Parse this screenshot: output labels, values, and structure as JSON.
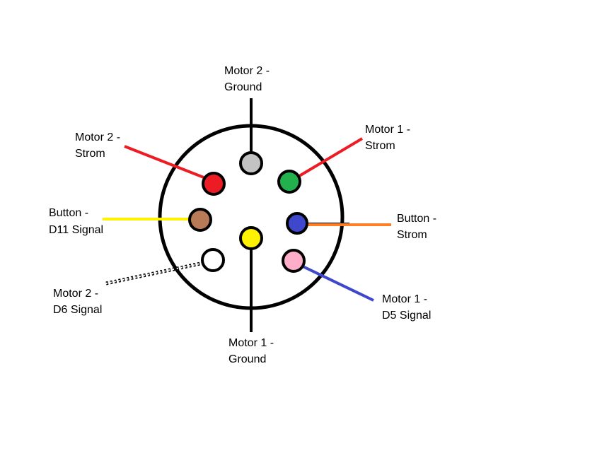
{
  "labels": {
    "motor2_ground": {
      "line1": "Motor 2 -",
      "line2": "Ground"
    },
    "motor2_strom": {
      "line1": "Motor 2 -",
      "line2": "Strom"
    },
    "motor1_strom": {
      "line1": "Motor 1 -",
      "line2": "Strom"
    },
    "button_d11": {
      "line1": "Button -",
      "line2": "D11 Signal"
    },
    "button_strom": {
      "line1": "Button -",
      "line2": "Strom"
    },
    "motor2_d6": {
      "line1": "Motor 2 -",
      "line2": "D6 Signal"
    },
    "motor1_d5": {
      "line1": "Motor 1 -",
      "line2": "D5 Signal"
    },
    "motor1_ground": {
      "line1": "Motor 1 -",
      "line2": "Ground"
    }
  },
  "pins": [
    {
      "name": "motor2-ground",
      "color": "#c3c3c3",
      "wire": "#000000"
    },
    {
      "name": "motor2-strom",
      "color": "#ed1c24",
      "wire": "#ed1c24"
    },
    {
      "name": "motor1-strom",
      "color": "#22b14c",
      "wire": "#ed1c24"
    },
    {
      "name": "button-d11",
      "color": "#b97a57",
      "wire": "#fff200"
    },
    {
      "name": "button-strom",
      "color": "#3f48cc",
      "wire": "#ff7f27"
    },
    {
      "name": "motor1-ground",
      "color": "#fff200",
      "wire": "#000000"
    },
    {
      "name": "motor2-d6",
      "color": "#ffffff",
      "wire": "#000000"
    },
    {
      "name": "motor1-d5",
      "color": "#ffaec9",
      "wire": "#3f48cc"
    }
  ]
}
